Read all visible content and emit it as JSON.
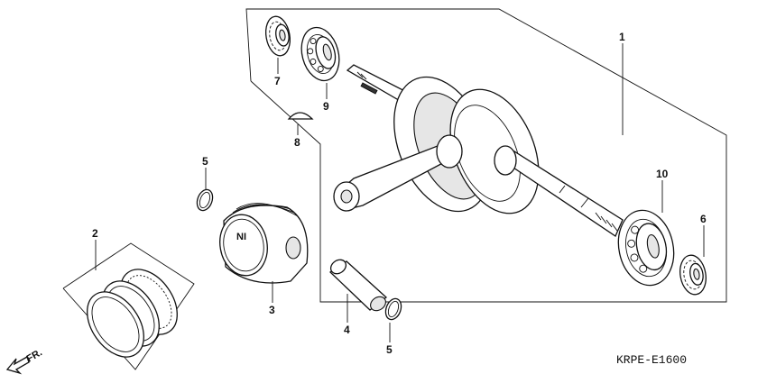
{
  "diagram": {
    "code": "KRPE-E1600",
    "front_label": "FR.",
    "callouts": {
      "crankshaft": "1",
      "piston_rings": "2",
      "piston": "3",
      "piston_pin": "4",
      "clip_top": "5",
      "clip_bottom": "5",
      "gear_right": "6",
      "gear_top": "7",
      "key": "8",
      "bearing_top": "9",
      "bearing_right": "10"
    }
  }
}
